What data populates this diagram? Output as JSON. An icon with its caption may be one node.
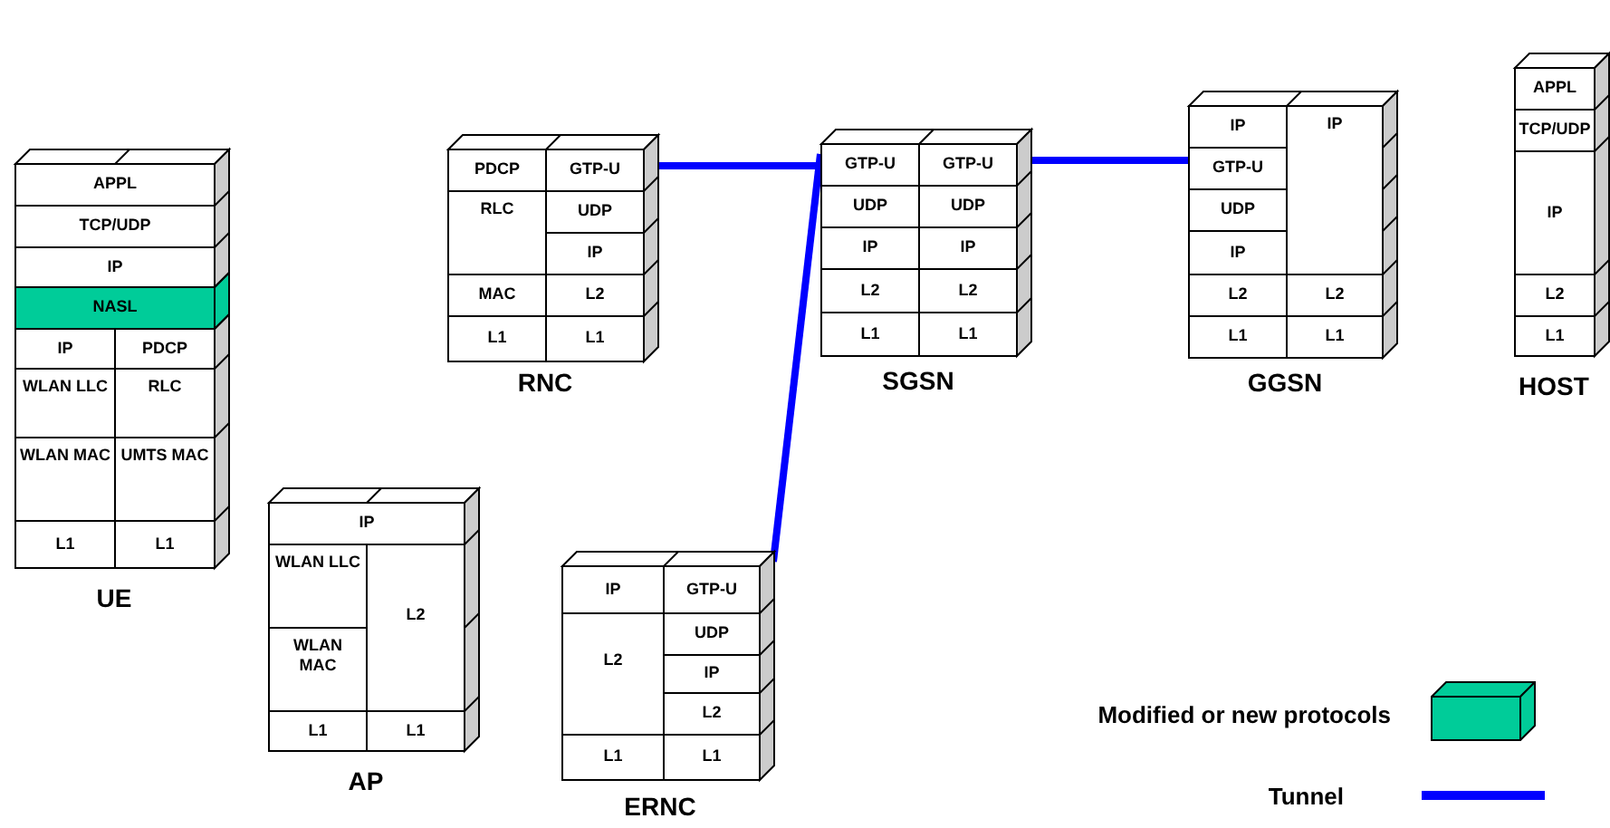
{
  "diagram": {
    "nodes": [
      {
        "text": [
          "UE"
        ]
      },
      {
        "text": [
          "APPL"
        ],
        "in": 0
      },
      {
        "text": [
          "TCP/UDP"
        ],
        "in": 0
      },
      {
        "text": [
          "IP"
        ],
        "in": 0
      },
      {
        "text": [
          "NASL"
        ],
        "in": 0
      },
      {
        "text": [
          "IP"
        ],
        "in": 0
      },
      {
        "text": [
          "PDCP"
        ],
        "in": 0
      },
      {
        "text": [
          "WLAN LLC"
        ],
        "in": 0
      },
      {
        "text": [
          "RLC"
        ],
        "in": 0
      },
      {
        "text": [
          "WLAN MAC"
        ],
        "in": 0
      },
      {
        "text": [
          "UMTS MAC"
        ],
        "in": 0
      },
      {
        "text": [
          "L1"
        ],
        "in": 0
      },
      {
        "text": [
          "L1"
        ],
        "in": 0
      },
      {
        "text": [
          "RNC"
        ]
      },
      {
        "text": [
          "PDCP"
        ],
        "in": 13
      },
      {
        "text": [
          "GTP-U"
        ],
        "in": 13
      },
      {
        "text": [
          "RLC"
        ],
        "in": 13
      },
      {
        "text": [
          "UDP"
        ],
        "in": 13
      },
      {
        "text": [
          "IP"
        ],
        "in": 13
      },
      {
        "text": [
          "MAC"
        ],
        "in": 13
      },
      {
        "text": [
          "L2"
        ],
        "in": 13
      },
      {
        "text": [
          "L1"
        ],
        "in": 13
      },
      {
        "text": [
          "L1"
        ],
        "in": 13
      },
      {
        "text": [
          "SGSN"
        ]
      },
      {
        "text": [
          "GTP-U"
        ],
        "in": 23
      },
      {
        "text": [
          "GTP-U"
        ],
        "in": 23
      },
      {
        "text": [
          "UDP"
        ],
        "in": 23
      },
      {
        "text": [
          "UDP"
        ],
        "in": 23
      },
      {
        "text": [
          "IP"
        ],
        "in": 23
      },
      {
        "text": [
          "IP"
        ],
        "in": 23
      },
      {
        "text": [
          "L2"
        ],
        "in": 23
      },
      {
        "text": [
          "L2"
        ],
        "in": 23
      },
      {
        "text": [
          "L1"
        ],
        "in": 23
      },
      {
        "text": [
          "L1"
        ],
        "in": 23
      },
      {
        "text": [
          "GGSN"
        ]
      },
      {
        "text": [
          "IP"
        ],
        "in": 34
      },
      {
        "text": [
          "IP"
        ],
        "in": 34
      },
      {
        "text": [
          "GTP-U"
        ],
        "in": 34
      },
      {
        "text": [
          "UDP"
        ],
        "in": 34
      },
      {
        "text": [
          "IP"
        ],
        "in": 34
      },
      {
        "text": [
          "L2"
        ],
        "in": 34
      },
      {
        "text": [
          "L2"
        ],
        "in": 34
      },
      {
        "text": [
          "L1"
        ],
        "in": 34
      },
      {
        "text": [
          "L1"
        ],
        "in": 34
      },
      {
        "text": [
          "HOST"
        ]
      },
      {
        "text": [
          "APPL"
        ],
        "in": 44
      },
      {
        "text": [
          "TCP/UDP"
        ],
        "in": 44
      },
      {
        "text": [
          "IP"
        ],
        "in": 44
      },
      {
        "text": [
          "L2"
        ],
        "in": 44
      },
      {
        "text": [
          "L1"
        ],
        "in": 44
      },
      {
        "text": [
          "AP"
        ]
      },
      {
        "text": [
          "IP"
        ],
        "in": 50
      },
      {
        "text": [
          "WLAN LLC"
        ],
        "in": 50
      },
      {
        "text": [
          "L2"
        ],
        "in": 50
      },
      {
        "text": [
          "WLAN MAC"
        ],
        "in": 50
      },
      {
        "text": [
          "L1"
        ],
        "in": 50
      },
      {
        "text": [
          "L1"
        ],
        "in": 50
      },
      {
        "text": [
          "ERNC"
        ]
      },
      {
        "text": [
          "IP"
        ],
        "in": 57
      },
      {
        "text": [
          "GTP-U"
        ],
        "in": 57
      },
      {
        "text": [
          "L2"
        ],
        "in": 57
      },
      {
        "text": [
          "UDP"
        ],
        "in": 57
      },
      {
        "text": [
          "IP"
        ],
        "in": 57
      },
      {
        "text": [
          "L2"
        ],
        "in": 57
      },
      {
        "text": [
          "L1"
        ],
        "in": 57
      },
      {
        "text": [
          "L1"
        ],
        "in": 57
      }
    ],
    "edges": [
      {
        "from": 15,
        "to": 24,
        "arrow": "none"
      },
      {
        "from": 25,
        "to": 37,
        "arrow": "none"
      },
      {
        "from": 59,
        "to": 24,
        "arrow": "none"
      }
    ],
    "legend": [
      {
        "text": "Modified or new protocols",
        "color": "#00cc99"
      },
      {
        "text": "Tunnel"
      }
    ]
  }
}
